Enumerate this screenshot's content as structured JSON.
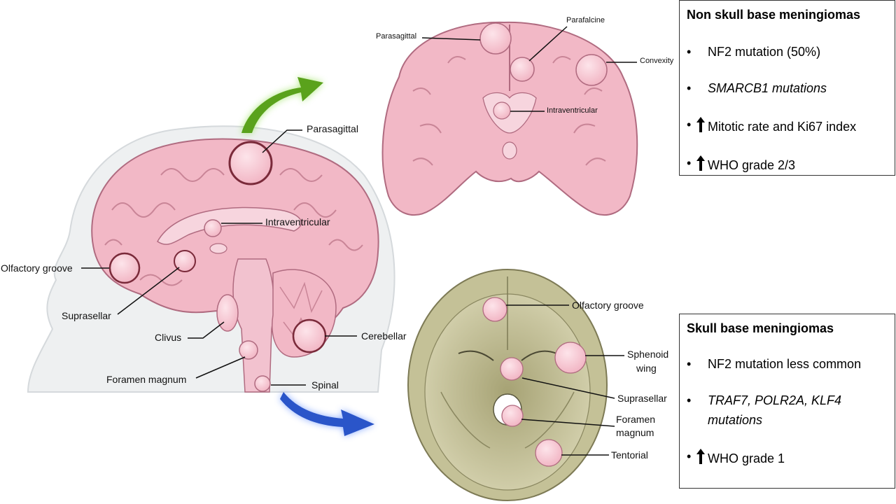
{
  "sagittal_labels": {
    "parasagittal": "Parasagittal",
    "intraventricular": "Intraventricular",
    "olfactory_groove": "Olfactory groove",
    "suprasellar": "Suprasellar",
    "clivus": "Clivus",
    "cerebellar": "Cerebellar",
    "foramen_magnum": "Foramen magnum",
    "spinal": "Spinal"
  },
  "coronal_labels": {
    "parasagittal": "Parasagittal",
    "parafalcine": "Parafalcine",
    "convexity": "Convexity",
    "intraventricular": "Intraventricular"
  },
  "skull_base_labels": {
    "olfactory_groove": "Olfactory groove",
    "sphenoid_wing_1": "Sphenoid",
    "sphenoid_wing_2": "wing",
    "suprasellar": "Suprasellar",
    "foramen_magnum_1": "Foramen",
    "foramen_magnum_2": "magnum",
    "tentorial": "Tentorial"
  },
  "non_skull_base_box": {
    "title": "Non skull base meningiomas",
    "items": [
      "NF2 mutation (50%)",
      "SMARCB1 mutations",
      "Mitotic rate and Ki67 index",
      "WHO grade 2/3"
    ]
  },
  "skull_base_box": {
    "title": "Skull base meningiomas",
    "items": [
      "NF2 mutation less common",
      "TRAF7, POLR2A, KLF4",
      "mutations",
      "WHO grade 1"
    ]
  },
  "colors": {
    "brain_pink": "#f2b8c6",
    "tumor_pink": "#f7cdd6",
    "tumor_border": "#7a2a3a",
    "skull_tan": "#b8b48a",
    "green_arrow": "#5aa21c",
    "blue_arrow": "#2a55c9"
  }
}
